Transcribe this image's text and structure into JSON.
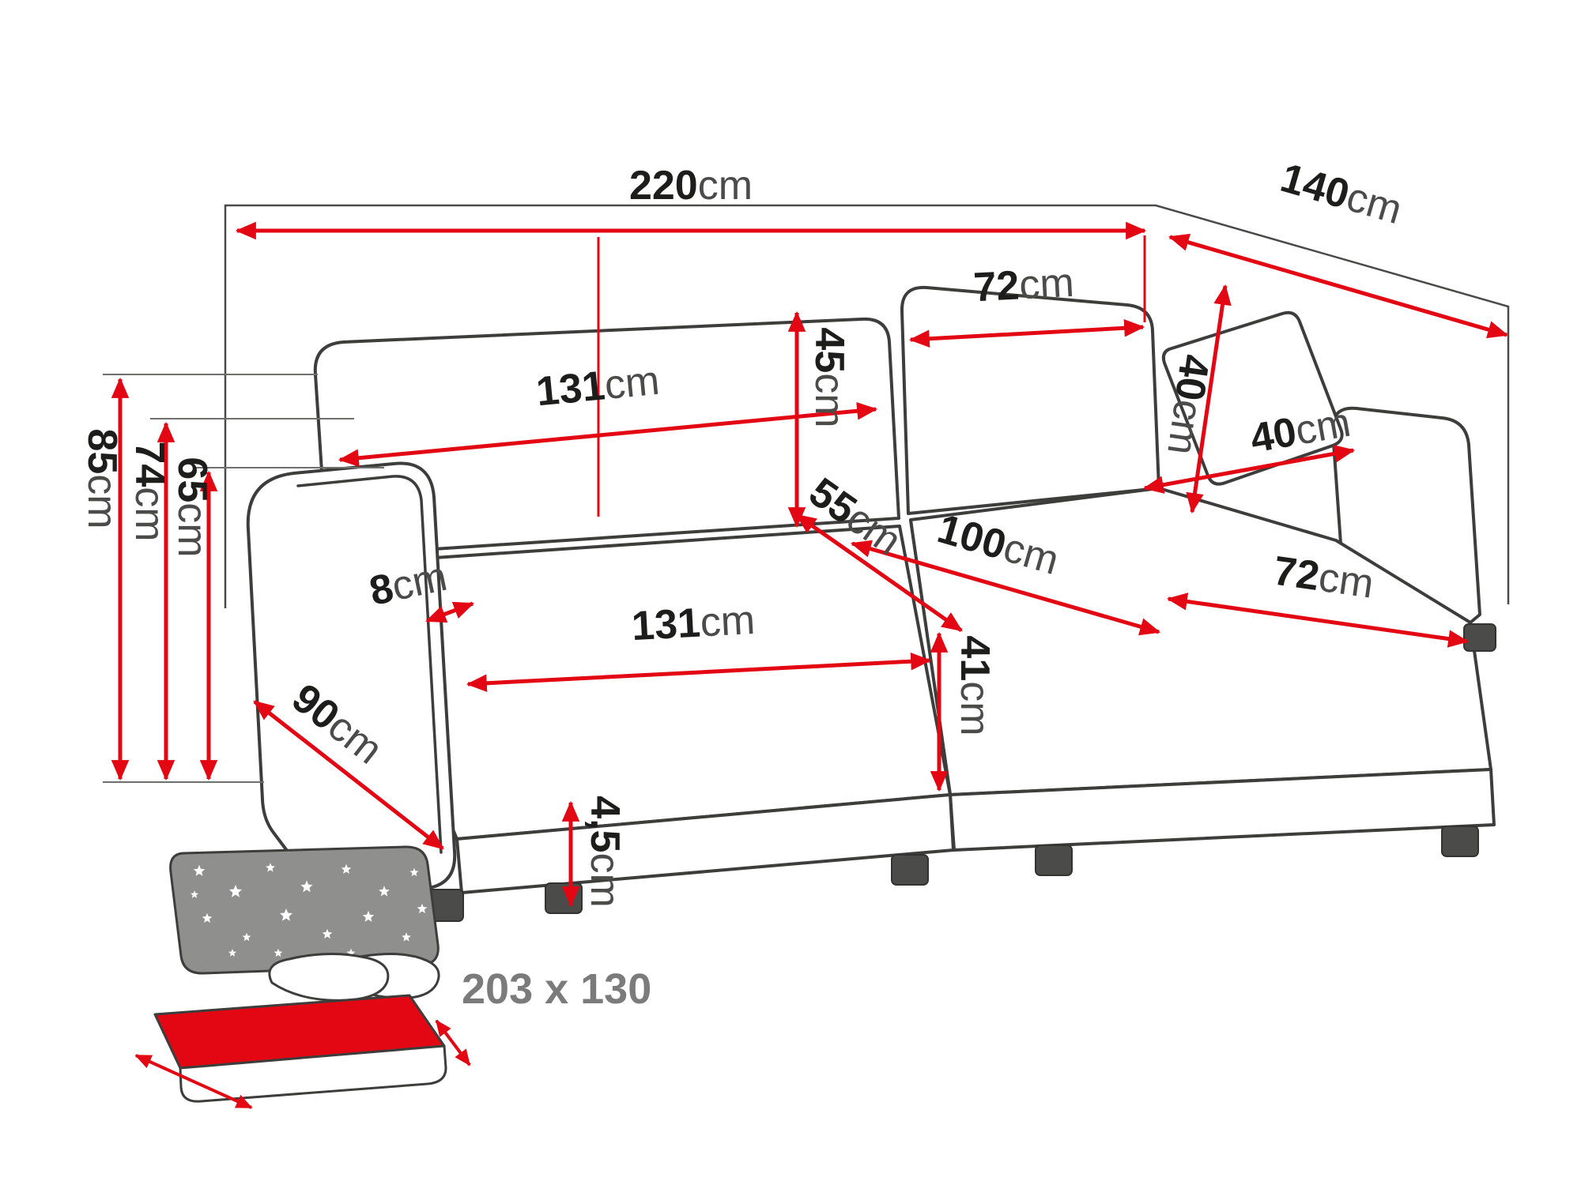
{
  "colors": {
    "dimension_red": "#e30613",
    "outline_dark": "#3d3d3c",
    "number_text": "#1d1d1b",
    "unit_text": "#4b4b4a",
    "bed_blanket_grey": "#8f8f8e",
    "bed_label_grey": "#7b7b7b"
  },
  "dims": {
    "overall_width": {
      "value": "220",
      "unit": "cm"
    },
    "overall_depth": {
      "value": "140",
      "unit": "cm"
    },
    "total_height": {
      "value": "85",
      "unit": "cm"
    },
    "back_height": {
      "value": "74",
      "unit": "cm"
    },
    "armrest_height": {
      "value": "65",
      "unit": "cm"
    },
    "backrest_width": {
      "value": "131",
      "unit": "cm"
    },
    "backrest_cushion_height": {
      "value": "45",
      "unit": "cm"
    },
    "back_cushion_right_width": {
      "value": "72",
      "unit": "cm"
    },
    "pillow_height": {
      "value": "40",
      "unit": "cm"
    },
    "pillow_width": {
      "value": "40",
      "unit": "cm"
    },
    "seat_depth": {
      "value": "55",
      "unit": "cm"
    },
    "chaise_length": {
      "value": "100",
      "unit": "cm"
    },
    "chaise_width": {
      "value": "72",
      "unit": "cm"
    },
    "armrest_thickness": {
      "value": "8",
      "unit": "cm"
    },
    "seat_width": {
      "value": "131",
      "unit": "cm"
    },
    "seat_height": {
      "value": "41",
      "unit": "cm"
    },
    "armrest_length": {
      "value": "90",
      "unit": "cm"
    },
    "leg_height": {
      "value": "4,5",
      "unit": "cm"
    }
  },
  "sleeping_area": {
    "value": "203 x 130"
  }
}
